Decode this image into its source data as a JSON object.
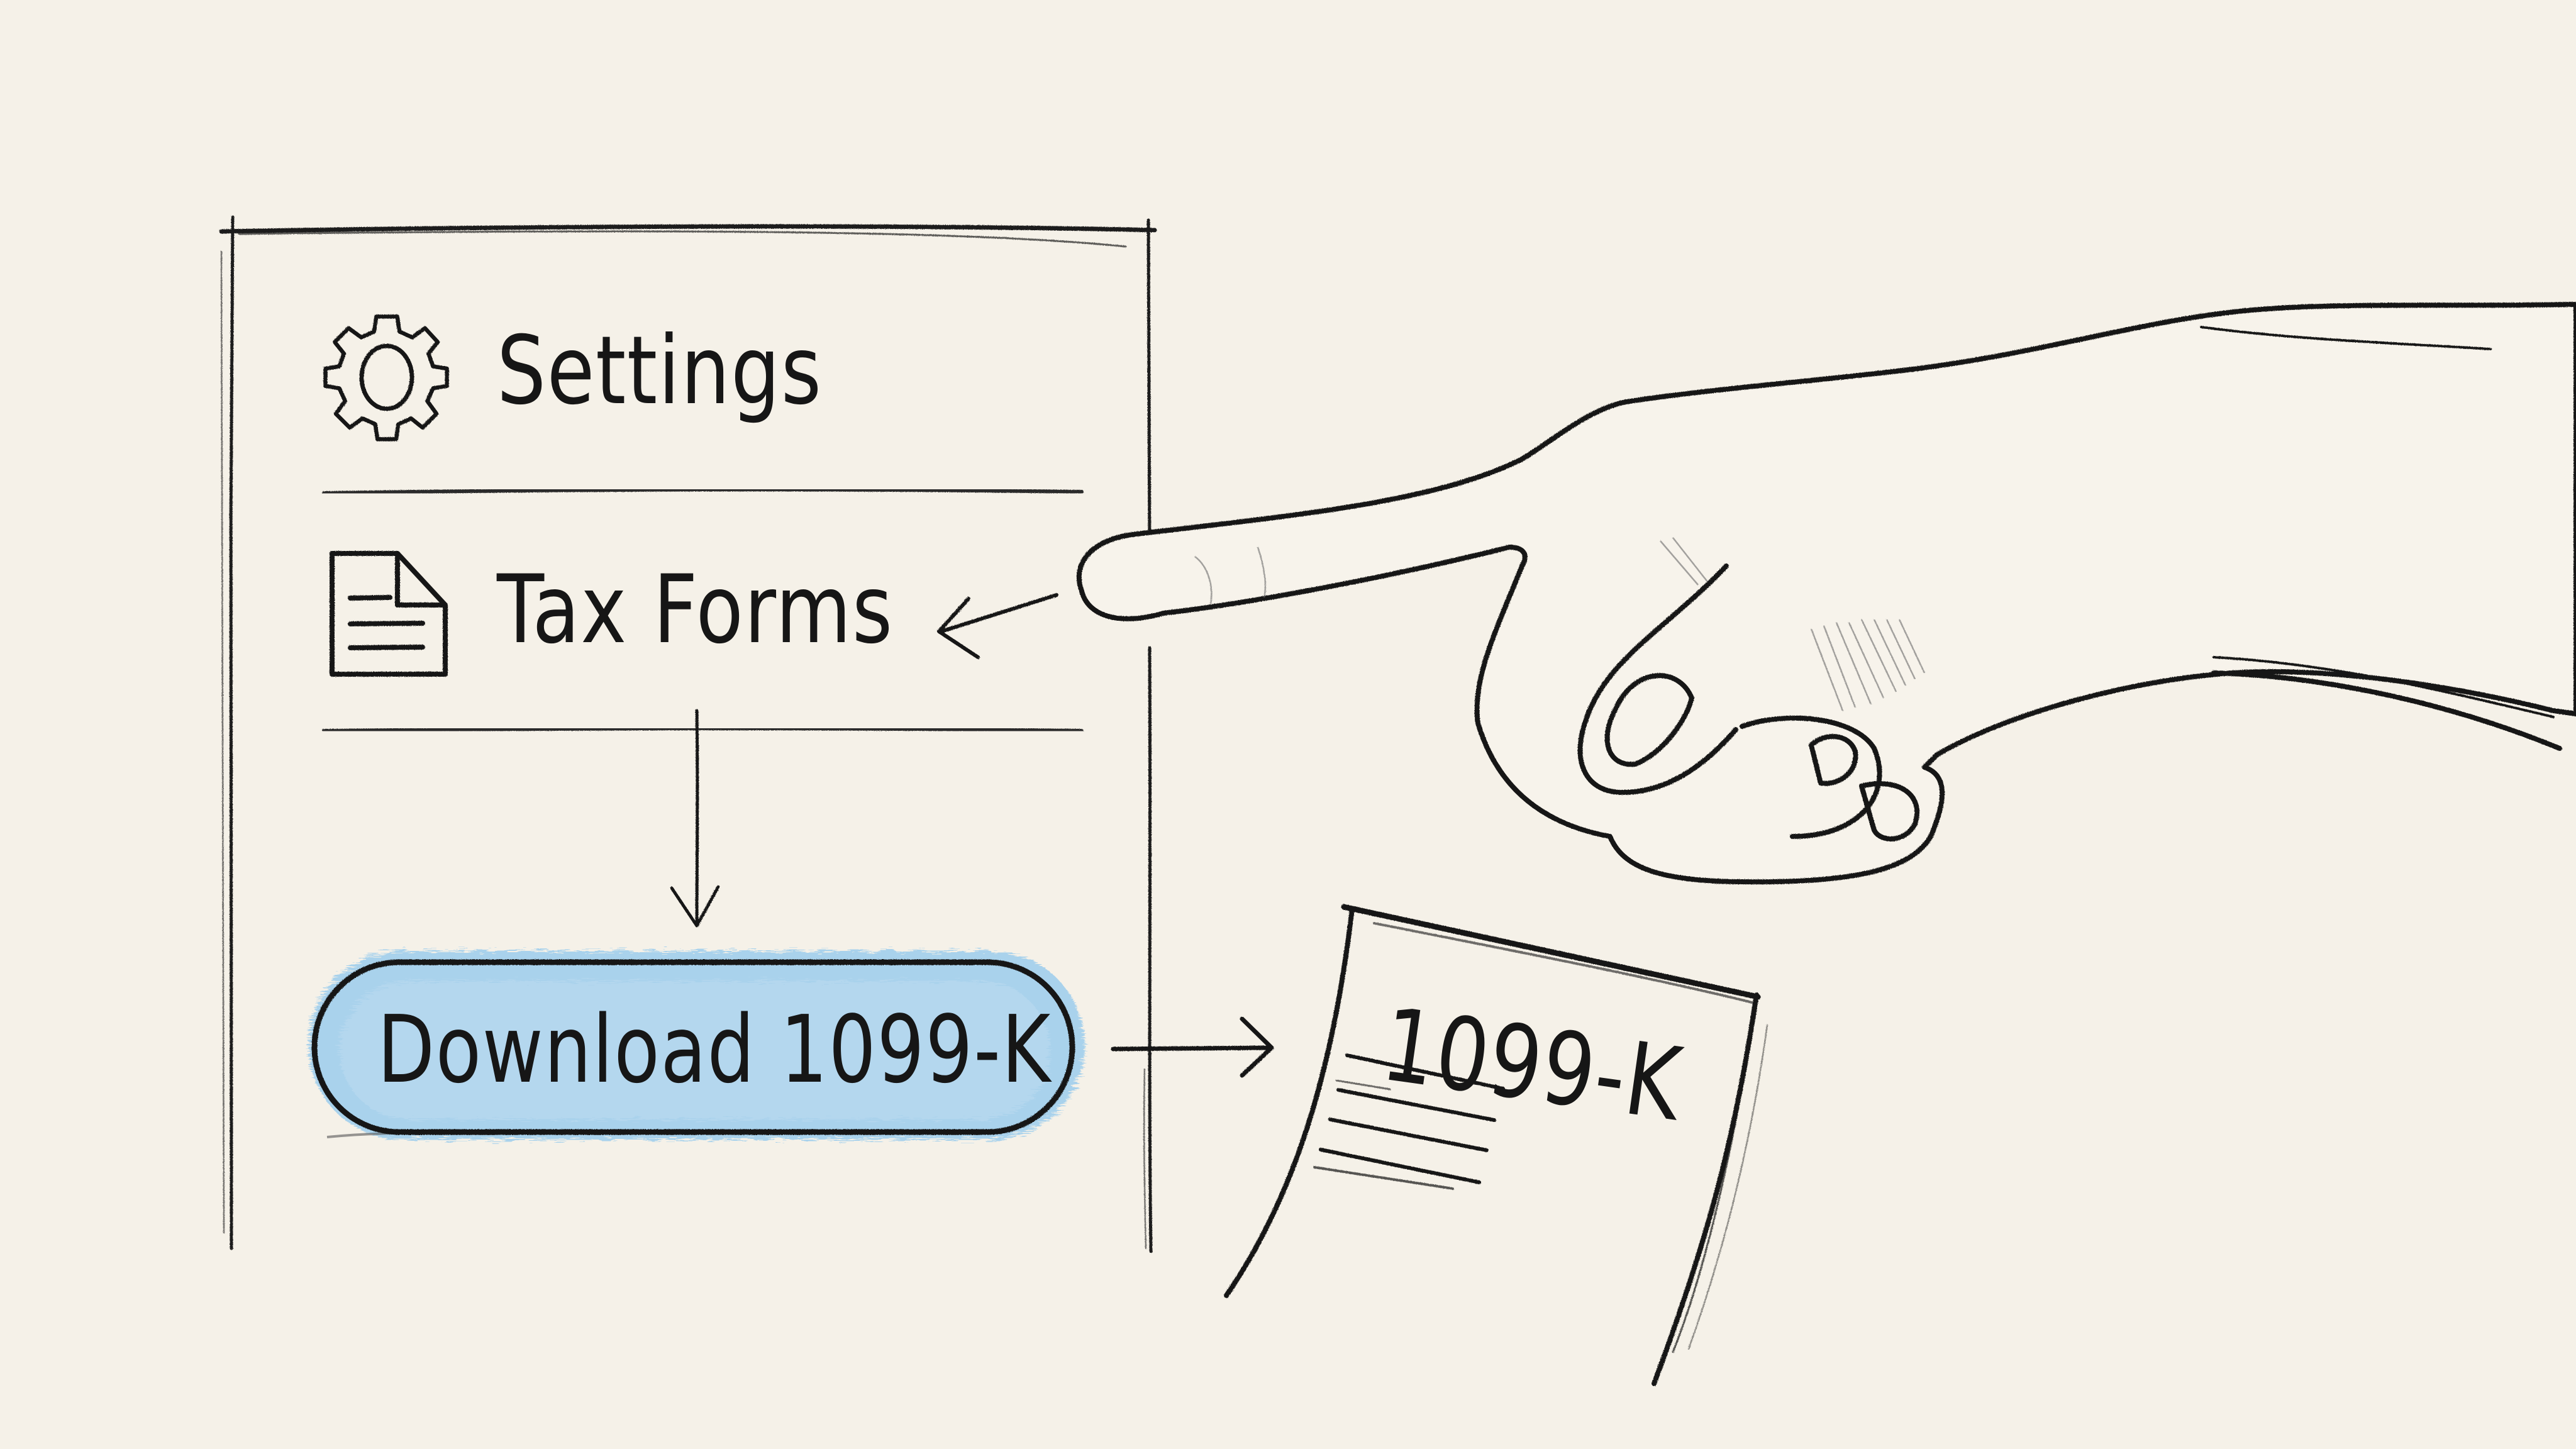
{
  "diagram": {
    "type": "ui-flow-sketch",
    "style": "hand-drawn pencil sketch",
    "colors": {
      "background": "#f5f1e8",
      "ink": "#161616",
      "button_fill": "#a9d2ec",
      "button_fill_light": "#c2e0f2"
    }
  },
  "menu_panel": {
    "items": [
      {
        "label": "Settings",
        "icon": "gear-icon"
      },
      {
        "label": "Tax Forms",
        "icon": "document-icon"
      }
    ],
    "action_button": {
      "label": "Download 1099-K",
      "highlighted": true
    }
  },
  "output_document": {
    "title": "1099-K",
    "icon": "paper-document-icon"
  },
  "annotations": {
    "pointer": "pointing-hand pointing at Tax Forms",
    "arrows": [
      {
        "from": "pointing-hand",
        "to": "Tax Forms",
        "direction": "left"
      },
      {
        "from": "Tax Forms",
        "to": "Download 1099-K",
        "direction": "down"
      },
      {
        "from": "Download 1099-K",
        "to": "1099-K document",
        "direction": "right"
      }
    ]
  }
}
